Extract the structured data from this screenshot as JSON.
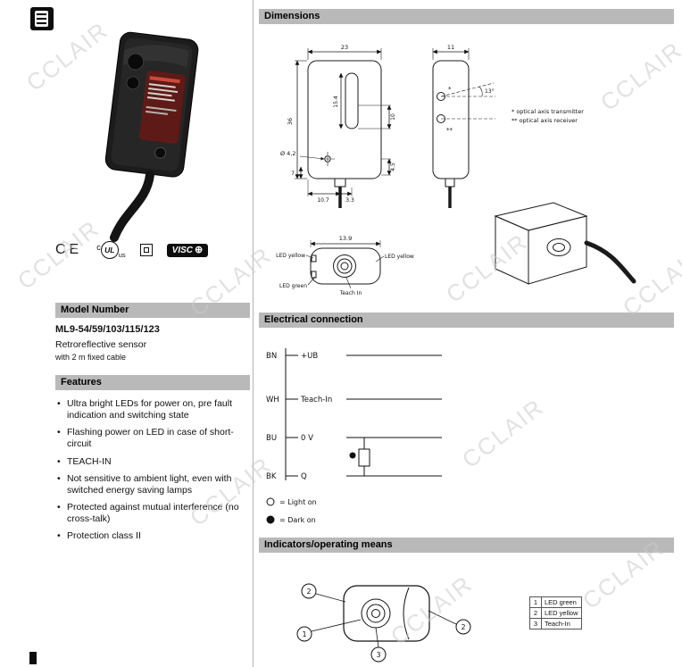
{
  "watermark": "CCLAIR",
  "left": {
    "certifications": {
      "ce": "CE",
      "ul_c": "c",
      "ul": "UL",
      "ul_us": "us",
      "visco": "VISC",
      "visco_symbol": "⊕"
    },
    "model_header": "Model Number",
    "model": "ML9-54/59/103/115/123",
    "subtitle": "Retroreflective sensor",
    "cable_note": "with 2 m fixed cable",
    "features_header": "Features",
    "features": [
      "Ultra bright LEDs for power on, pre fault indication and switching state",
      "Flashing power on LED in case of short-circuit",
      "TEACH-IN",
      "Not sensitive to ambient light, even with switched energy saving lamps",
      "Protected against mutual interference (no cross-talk)",
      "Protection class II"
    ]
  },
  "dimensions": {
    "header": "Dimensions",
    "front": {
      "width": "23",
      "height": "36",
      "slot": "15.4",
      "side_right": "10",
      "side_right2": "4.5",
      "hole": "Ø 4,2",
      "left_small": "7",
      "bottom1": "10.7",
      "bottom2": "3.3"
    },
    "side": {
      "width": "11",
      "angle": "13°",
      "star": "*",
      "star2": "**"
    },
    "notes": {
      "transmitter": "* optical axis transmitter",
      "receiver": "** optical axis receiver"
    },
    "bottom_view": {
      "width": "13.9",
      "led_yellow_left": "LED yellow",
      "led_green": "LED green",
      "teach": "Teach In",
      "led_yellow_right": "LED yellow"
    }
  },
  "electrical": {
    "header": "Electrical connection",
    "wires": [
      {
        "abbr": "BN",
        "label": "+UB"
      },
      {
        "abbr": "WH",
        "label": "Teach-In"
      },
      {
        "abbr": "BU",
        "label": "0 V"
      },
      {
        "abbr": "BK",
        "label": "Q"
      }
    ],
    "light_on": "= Light on",
    "dark_on": "= Dark on"
  },
  "indicators": {
    "header": "Indicators/operating means",
    "callouts": [
      "1",
      "2",
      "3"
    ],
    "legend": [
      {
        "num": "1",
        "label": "LED green"
      },
      {
        "num": "2",
        "label": "LED yellow"
      },
      {
        "num": "3",
        "label": "Teach-In"
      }
    ]
  }
}
